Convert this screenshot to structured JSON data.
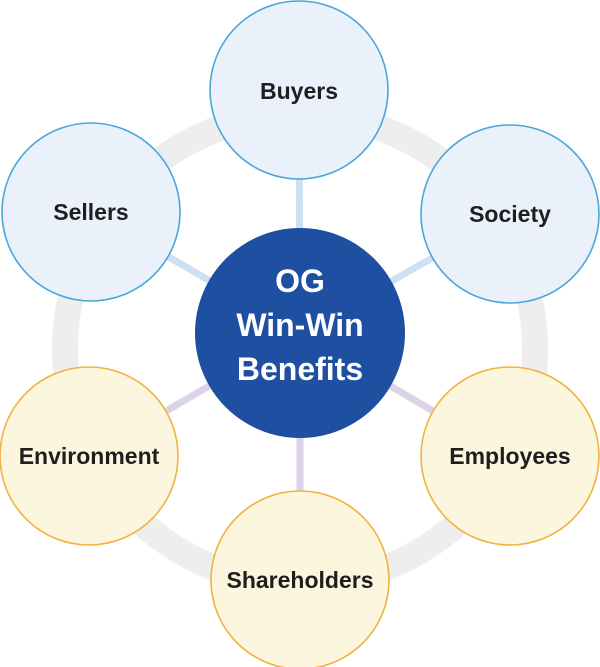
{
  "center": {
    "lines": [
      "OG",
      "Win-Win",
      "Benefits"
    ],
    "fill": "#1e4fa0"
  },
  "nodes": [
    {
      "key": "buyers",
      "label": "Buyers",
      "tone": "blue"
    },
    {
      "key": "society",
      "label": "Society",
      "tone": "blue"
    },
    {
      "key": "employees",
      "label": "Employees",
      "tone": "yellow"
    },
    {
      "key": "shareholders",
      "label": "Shareholders",
      "tone": "yellow"
    },
    {
      "key": "environment",
      "label": "Environment",
      "tone": "yellow"
    },
    {
      "key": "sellers",
      "label": "Sellers",
      "tone": "blue"
    }
  ],
  "colors": {
    "blue_fill": "#eaf1fb",
    "blue_stroke": "#4aa6d8",
    "blue_connector": "#cfe0f4",
    "yellow_fill": "#fdf6de",
    "yellow_stroke": "#f0b23c",
    "yellow_connector": "#ddd3e8",
    "ring": "#eeeeef"
  }
}
